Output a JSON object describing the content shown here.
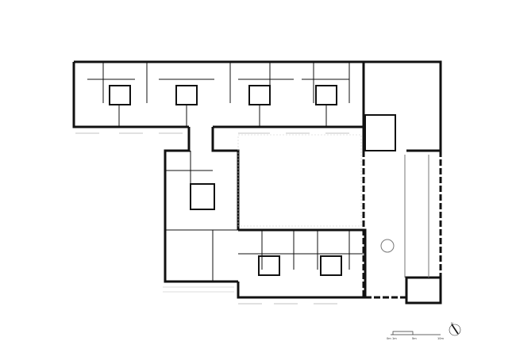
{
  "scale_bar": {
    "labels": [
      "0m",
      "1m",
      "5m",
      "10m"
    ]
  },
  "north_arrow": {
    "label": "N",
    "icon": "north-arrow-icon"
  },
  "colors": {
    "wall": "#111111",
    "thin": "#555555"
  }
}
